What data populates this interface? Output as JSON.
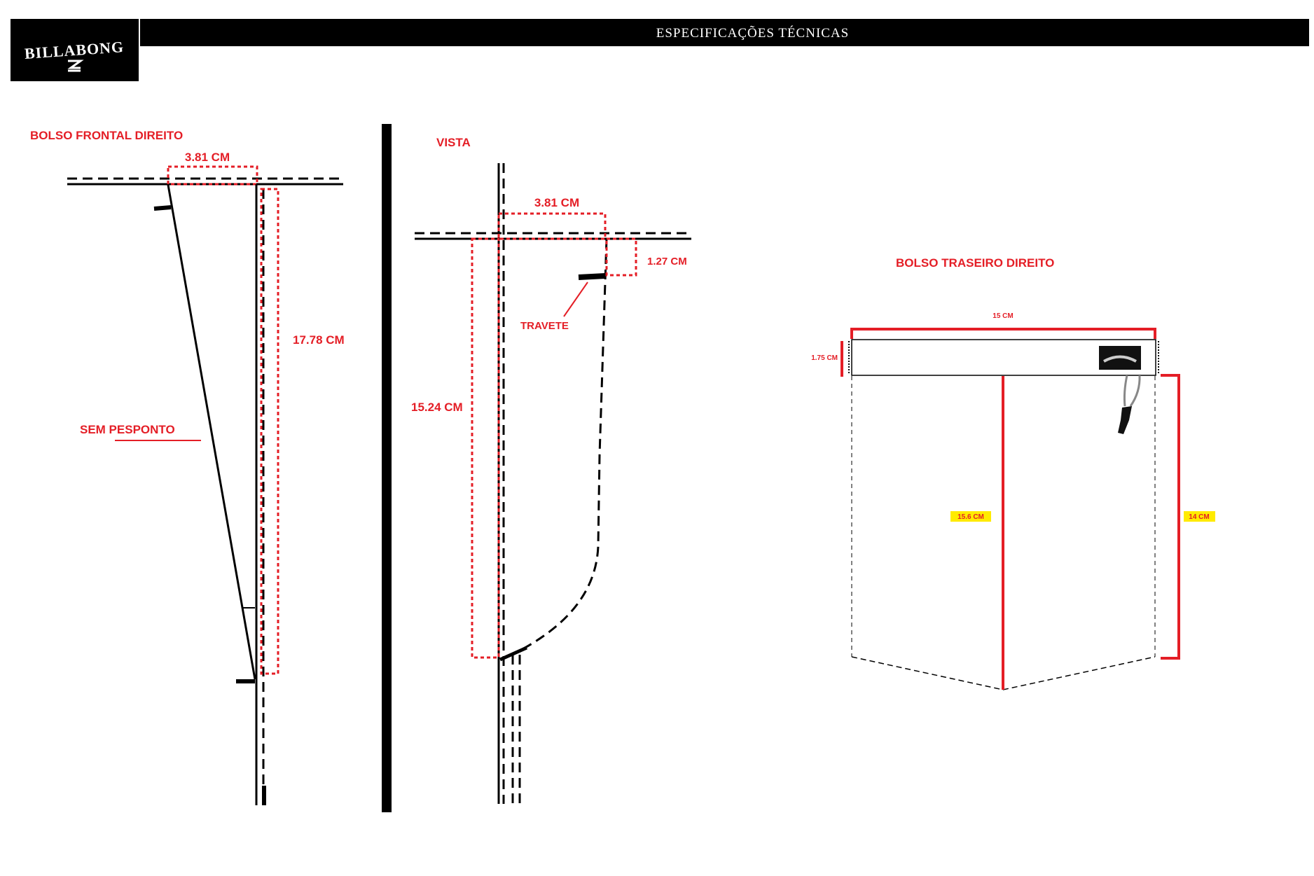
{
  "header": {
    "title": "ESPECIFICAÇÕES TÉCNICAS",
    "logo_text": "BILLABONG"
  },
  "front_pocket": {
    "title": "BOLSO FRONTAL DIREITO",
    "top_width": "3.81 CM",
    "height": "17.78 CM",
    "note": "SEM PESPONTO"
  },
  "view": {
    "title": "VISTA",
    "top_width": "3.81 CM",
    "side_offset": "1.27 CM",
    "bartack_label": "TRAVETE",
    "height": "15.24 CM"
  },
  "back_pocket": {
    "title": "BOLSO TRASEIRO DIREITO",
    "width": "15 CM",
    "band_height": "1.75 CM",
    "center_height": "15.6 CM",
    "side_height": "14 CM"
  },
  "colors": {
    "dimension": "#e41e26",
    "highlight": "#ffeb00",
    "line": "#000000"
  }
}
